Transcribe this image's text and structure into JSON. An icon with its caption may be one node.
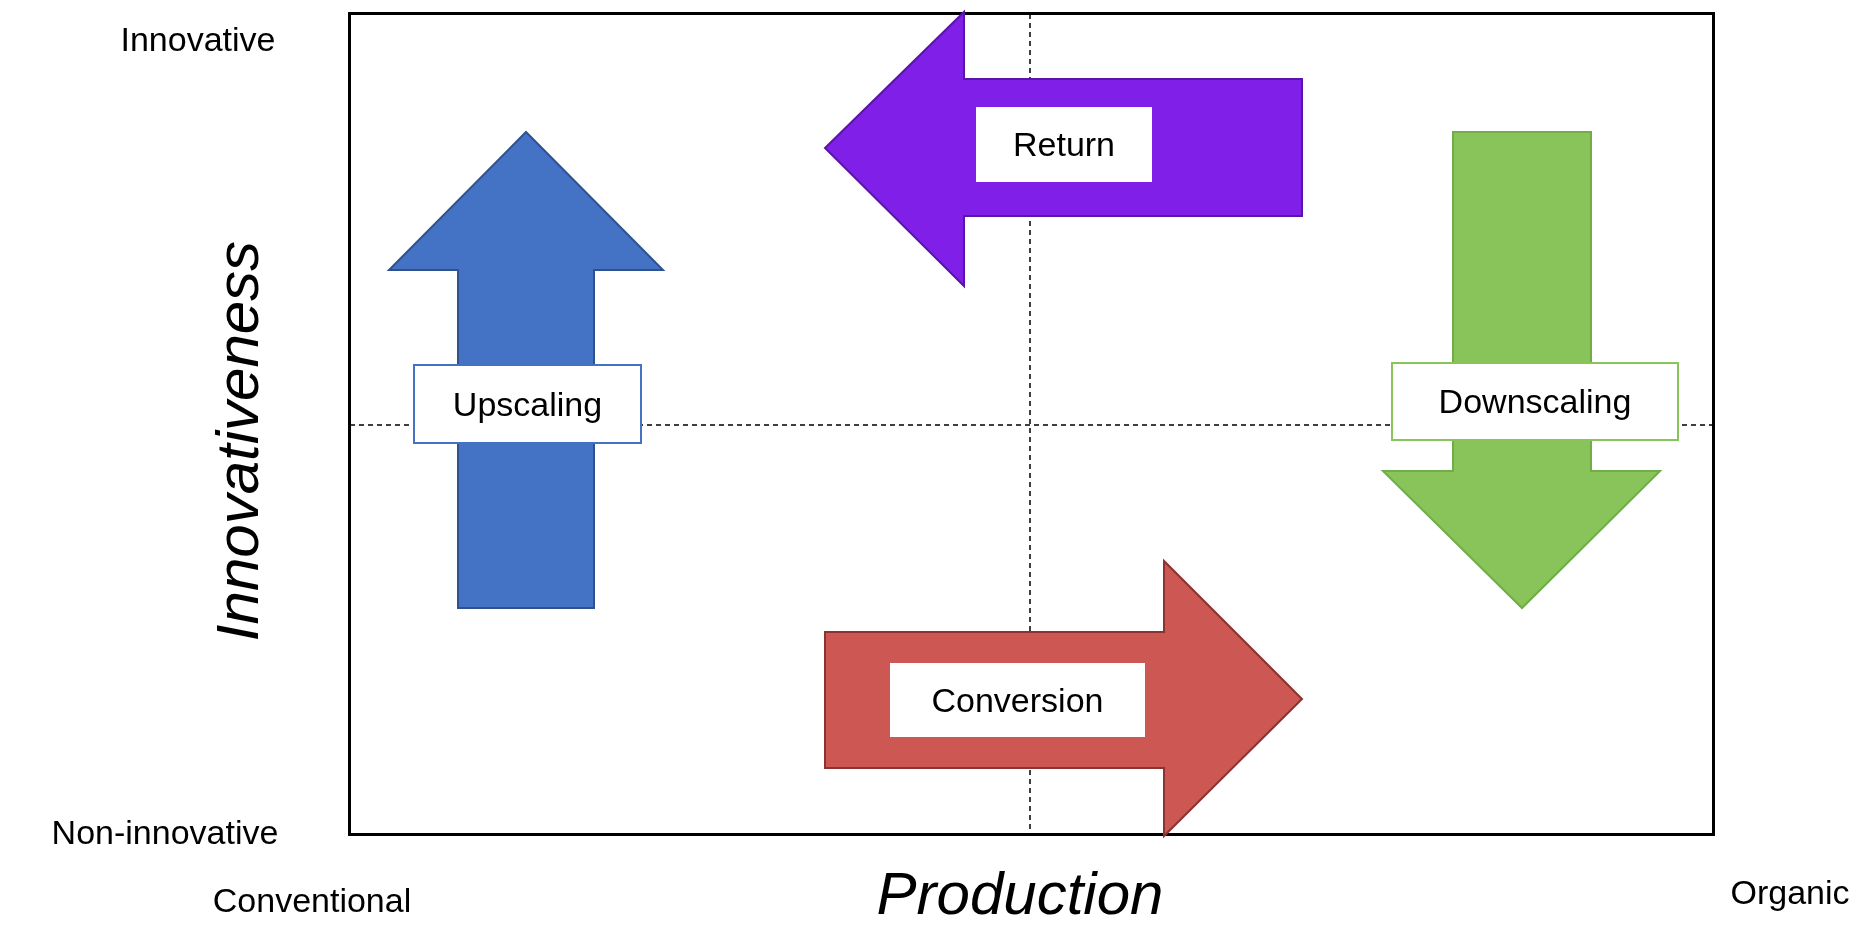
{
  "diagram": {
    "nodes": [
      {
        "text": [
          "Return"
        ]
      },
      {
        "text": [
          "Upscaling"
        ]
      },
      {
        "text": [
          "Downscaling"
        ]
      },
      {
        "text": [
          "Conversion"
        ]
      }
    ],
    "labels": [
      "Innovative",
      "Innovativeness",
      "Non-innovative",
      "Conventional",
      "Production",
      "Organic"
    ]
  }
}
